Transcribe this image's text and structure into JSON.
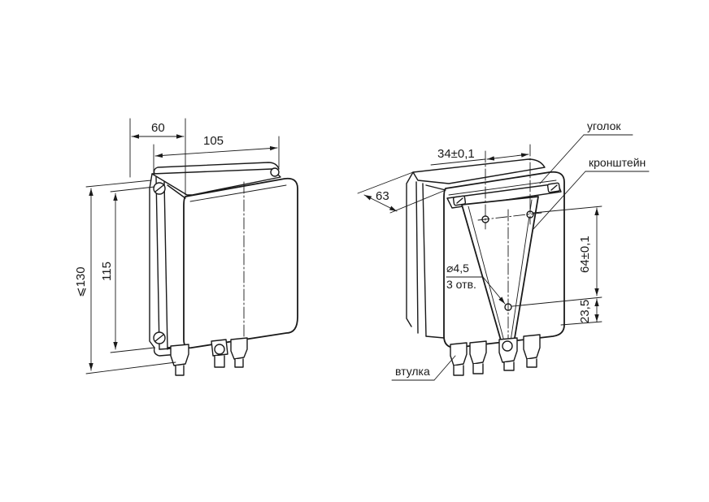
{
  "left_view": {
    "dims": {
      "depth": "60",
      "width": "105",
      "max_height": "⩽130",
      "height": "115"
    }
  },
  "right_view": {
    "dims": {
      "hole_spacing": "34±0,1",
      "depth": "63",
      "vertical_spacing": "64±0,1",
      "bottom_offset": "23,5"
    },
    "hole_note": {
      "diameter": "⌀4,5",
      "count": "3 отв."
    },
    "labels": {
      "angle": "уголок",
      "bracket": "кронштейн",
      "bushing": "втулка"
    }
  }
}
